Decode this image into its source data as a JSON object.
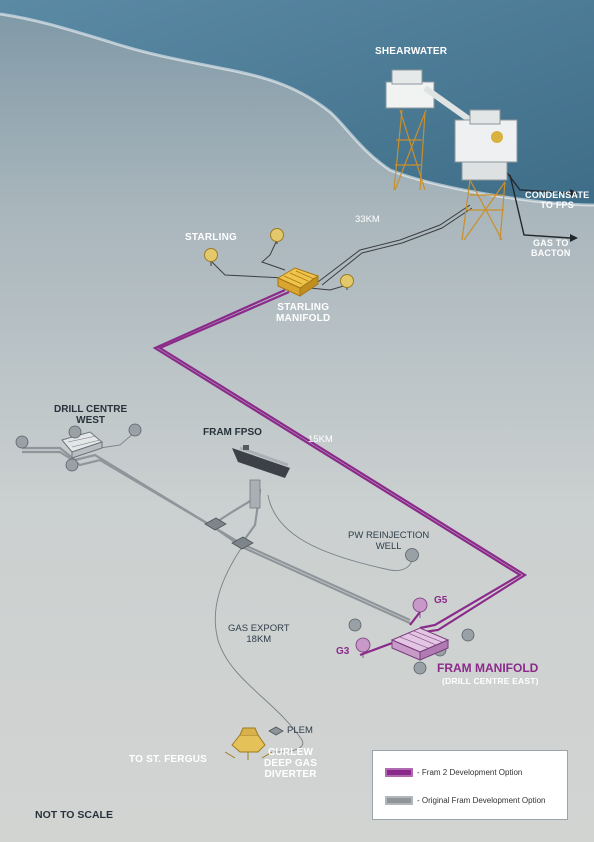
{
  "colors": {
    "sea": "#4f7a93",
    "seabed": "#cdd2d2",
    "fram2": "#8b2a8a",
    "original": "#8f959a",
    "cable": "#3b3f44"
  },
  "labels": {
    "shearwater": "SHEARWATER",
    "condensate": "CONDENSATE\nTO FPS",
    "gas_to_bacton": "GAS TO\nBACTON",
    "dist_33km": "33KM",
    "starling": "STARLING",
    "starling_manifold": "STARLING\nMANIFOLD",
    "drill_centre_west": "DRILL CENTRE\nWEST",
    "fram_fpso": "FRAM FPSO",
    "dist_15km": "15KM",
    "pw_reinjection_well": "PW REINJECTION\nWELL",
    "g5": "G5",
    "g3": "G3",
    "gas_export": "GAS EXPORT\n18KM",
    "fram_manifold": "FRAM MANIFOLD",
    "drill_centre_east": "(DRILL CENTRE EAST)",
    "plem": "PLEM",
    "to_st_fergus": "TO ST. FERGUS",
    "curlew": "CURLEW\nDEEP GAS\nDIVERTER",
    "not_to_scale": "NOT TO SCALE"
  },
  "legend": {
    "items": [
      {
        "label": "- Fram 2 Development Option",
        "color": "#8b2a8a"
      },
      {
        "label": "- Original Fram Development Option",
        "color": "#8f959a"
      }
    ]
  }
}
